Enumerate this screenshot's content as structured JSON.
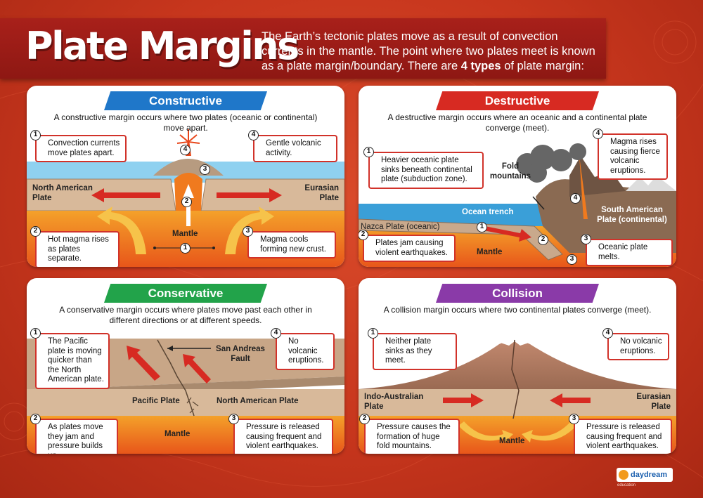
{
  "header": {
    "title": "Plate Margins",
    "intro_part1": "The Earth’s tectonic plates move as a result of convection currents in the mantle. The point where two plates meet is known as a plate margin/boundary. There are ",
    "intro_bold": "4 types",
    "intro_part2": " of plate margin:"
  },
  "colors": {
    "constructive": "#1f77c9",
    "destructive": "#d72a22",
    "conservative": "#22a34a",
    "collision": "#8a3aa8",
    "callout_border": "#d1322a",
    "mantle": "#f07a1e",
    "crust": "#d8b99a",
    "ocean": "#3a9fd8"
  },
  "constructive": {
    "title": "Constructive",
    "description": "A constructive margin occurs where two plates (oceanic or continental) move apart.",
    "callouts": [
      {
        "num": "1",
        "text": "Convection currents move plates apart."
      },
      {
        "num": "4",
        "text": "Gentle volcanic activity."
      },
      {
        "num": "2",
        "text": "Hot magma rises as plates separate."
      },
      {
        "num": "3",
        "text": "Magma cools forming new crust."
      }
    ],
    "labels": {
      "left_plate": "North American Plate",
      "right_plate": "Eurasian Plate",
      "mantle": "Mantle"
    },
    "markers": [
      "4",
      "3",
      "2",
      "1"
    ]
  },
  "destructive": {
    "title": "Destructive",
    "description": "A destructive margin occurs where an oceanic and a continental plate converge (meet).",
    "callouts": [
      {
        "num": "1",
        "text": "Heavier oceanic plate sinks beneath continental plate (subduction zone)."
      },
      {
        "num": "4",
        "text": "Magma rises causing fierce volcanic eruptions."
      },
      {
        "num": "2",
        "text": "Plates jam causing violent earthquakes."
      },
      {
        "num": "3",
        "text": "Oceanic plate melts."
      }
    ],
    "labels": {
      "fold": "Fold mountains",
      "trench": "Ocean trench",
      "nazca": "Nazca Plate (oceanic)",
      "south_american": "South American Plate (continental)",
      "mantle": "Mantle"
    },
    "markers": [
      "1",
      "2",
      "3",
      "4"
    ]
  },
  "conservative": {
    "title": "Conservative",
    "description": "A conservative margin occurs where plates move past each other in different directions or at different speeds.",
    "callouts": [
      {
        "num": "1",
        "text": "The Pacific plate is moving quicker than the North American plate."
      },
      {
        "num": "4",
        "text": "No volcanic eruptions."
      },
      {
        "num": "2",
        "text": "As plates move they jam and pressure builds up."
      },
      {
        "num": "3",
        "text": "Pressure is released causing frequent and violent earthquakes."
      }
    ],
    "labels": {
      "fault": "San Andreas Fault",
      "pacific": "Pacific Plate",
      "north_american": "North American Plate",
      "mantle": "Mantle"
    }
  },
  "collision": {
    "title": "Collision",
    "description": "A collision margin occurs where two continental plates converge (meet).",
    "callouts": [
      {
        "num": "1",
        "text": "Neither plate sinks as they meet."
      },
      {
        "num": "4",
        "text": "No volcanic eruptions."
      },
      {
        "num": "2",
        "text": "Pressure causes the formation of huge fold mountains."
      },
      {
        "num": "3",
        "text": "Pressure is released causing frequent and violent earthquakes."
      }
    ],
    "labels": {
      "indo": "Indo-Australian Plate",
      "eurasian": "Eurasian Plate",
      "mantle": "Mantle"
    }
  },
  "logo": {
    "name": "daydream",
    "sub": "education"
  }
}
